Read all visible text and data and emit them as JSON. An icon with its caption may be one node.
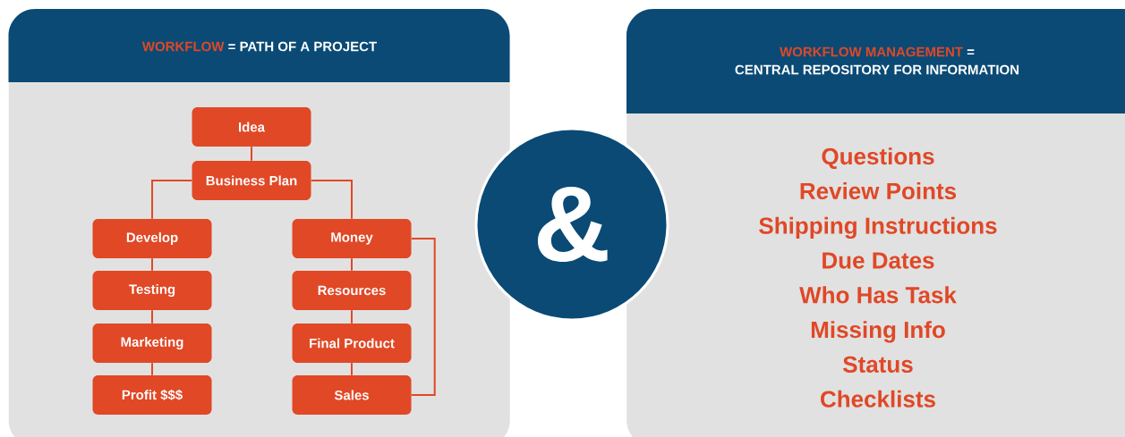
{
  "diagram": {
    "nodes": [
      {
        "text": [
          "WORKFLOW",
          "= PATH OF A PROJECT"
        ]
      },
      {
        "text": [
          "Idea"
        ],
        "in": 0
      },
      {
        "text": [
          "Business Plan"
        ],
        "in": 0
      },
      {
        "text": [
          "Develop"
        ],
        "in": 0
      },
      {
        "text": [
          "Testing"
        ],
        "in": 0
      },
      {
        "text": [
          "Marketing"
        ],
        "in": 0
      },
      {
        "text": [
          "Profit $$$"
        ],
        "in": 0
      },
      {
        "text": [
          "Money"
        ],
        "in": 0
      },
      {
        "text": [
          "Resources"
        ],
        "in": 0
      },
      {
        "text": [
          "Final Product"
        ],
        "in": 0
      },
      {
        "text": [
          "Sales"
        ],
        "in": 0
      },
      {
        "text": [
          "&"
        ]
      },
      {
        "text": [
          "WORKFLOW MANAGEMENT",
          "=",
          "CENTRAL REPOSITORY FOR INFORMATION",
          "Questions",
          "Review Points",
          "Shipping Instructions",
          "Due Dates",
          "Who Has Task",
          "Missing Info",
          "Status",
          "Checklists"
        ]
      }
    ],
    "edges": [
      {
        "from": 1,
        "to": 2,
        "arrow": "none"
      },
      {
        "from": 2,
        "to": 3,
        "arrow": "none"
      },
      {
        "from": 2,
        "to": 7,
        "arrow": "none"
      },
      {
        "from": 3,
        "to": 4,
        "arrow": "none"
      },
      {
        "from": 4,
        "to": 5,
        "arrow": "none"
      },
      {
        "from": 5,
        "to": 6,
        "arrow": "none"
      },
      {
        "from": 7,
        "to": 8,
        "arrow": "none"
      },
      {
        "from": 8,
        "to": 9,
        "arrow": "none"
      },
      {
        "from": 9,
        "to": 10,
        "arrow": "none"
      },
      {
        "from": 7,
        "to": 10,
        "arrow": "none"
      }
    ]
  }
}
